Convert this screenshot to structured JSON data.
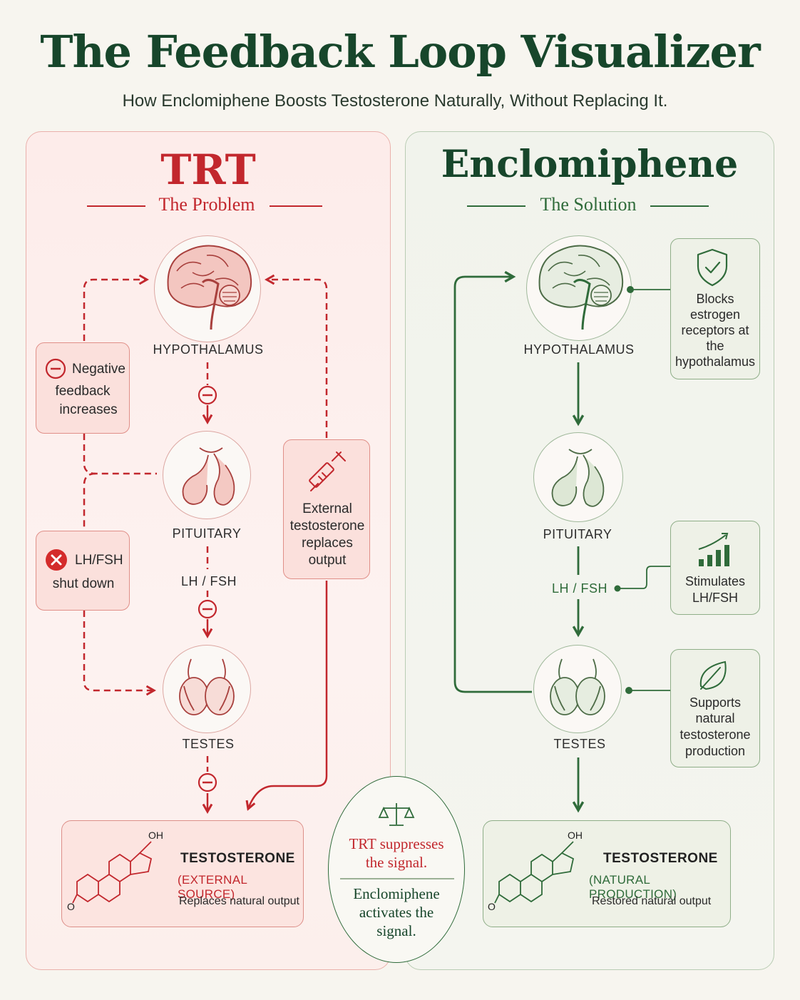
{
  "header": {
    "title": "The Feedback Loop Visualizer",
    "subtitle": "How Enclomiphene Boosts Testosterone Naturally, Without Replacing It."
  },
  "colors": {
    "red": "#c2272d",
    "green": "#2f6b3a",
    "dark_green": "#17462b"
  },
  "left_panel": {
    "title": "TRT",
    "subtitle": "The Problem",
    "hypothalamus_label": "HYPOTHALAMUS",
    "pituitary_label": "PITUITARY",
    "hormone_label": "LH / FSH",
    "testes_label": "TESTES",
    "box_negative_feedback": {
      "icon": "minus-circle-icon",
      "lines": [
        "Negative",
        "feedback",
        "increases"
      ]
    },
    "box_shutdown": {
      "icon": "x-circle-icon",
      "lines": [
        "LH/FSH",
        "shut down"
      ]
    },
    "box_external": {
      "icon": "syringe-icon",
      "lines": [
        "External",
        "testosterone",
        "replaces",
        "output"
      ]
    },
    "testosterone_box": {
      "title": "TESTOSTERONE",
      "source": "(EXTERNAL SOURCE)",
      "description": "Replaces natural output",
      "oh": "OH",
      "o": "O"
    }
  },
  "right_panel": {
    "title": "Enclomiphene",
    "subtitle": "The Solution",
    "hypothalamus_label": "HYPOTHALAMUS",
    "pituitary_label": "PITUITARY",
    "hormone_label": "LH / FSH",
    "testes_label": "TESTES",
    "box_blocks": {
      "icon": "shield-check-icon",
      "lines": [
        "Blocks",
        "estrogen",
        "receptors at",
        "the",
        "hypothalamus"
      ]
    },
    "box_stimulates": {
      "icon": "bar-chart-up-icon",
      "lines": [
        "Stimulates",
        "LH/FSH"
      ]
    },
    "box_supports": {
      "icon": "leaf-icon",
      "lines": [
        "Supports",
        "natural",
        "testosterone",
        "production"
      ]
    },
    "testosterone_box": {
      "title": "TESTOSTERONE",
      "source": "(NATURAL PRODUCTION)",
      "description": "Restored natural output",
      "oh": "OH",
      "o": "O"
    }
  },
  "comparison": {
    "icon": "scales-icon",
    "trt_lines": [
      "TRT suppresses",
      "the signal."
    ],
    "enclo_lines": [
      "Enclomiphene",
      "activates the",
      "signal."
    ]
  }
}
